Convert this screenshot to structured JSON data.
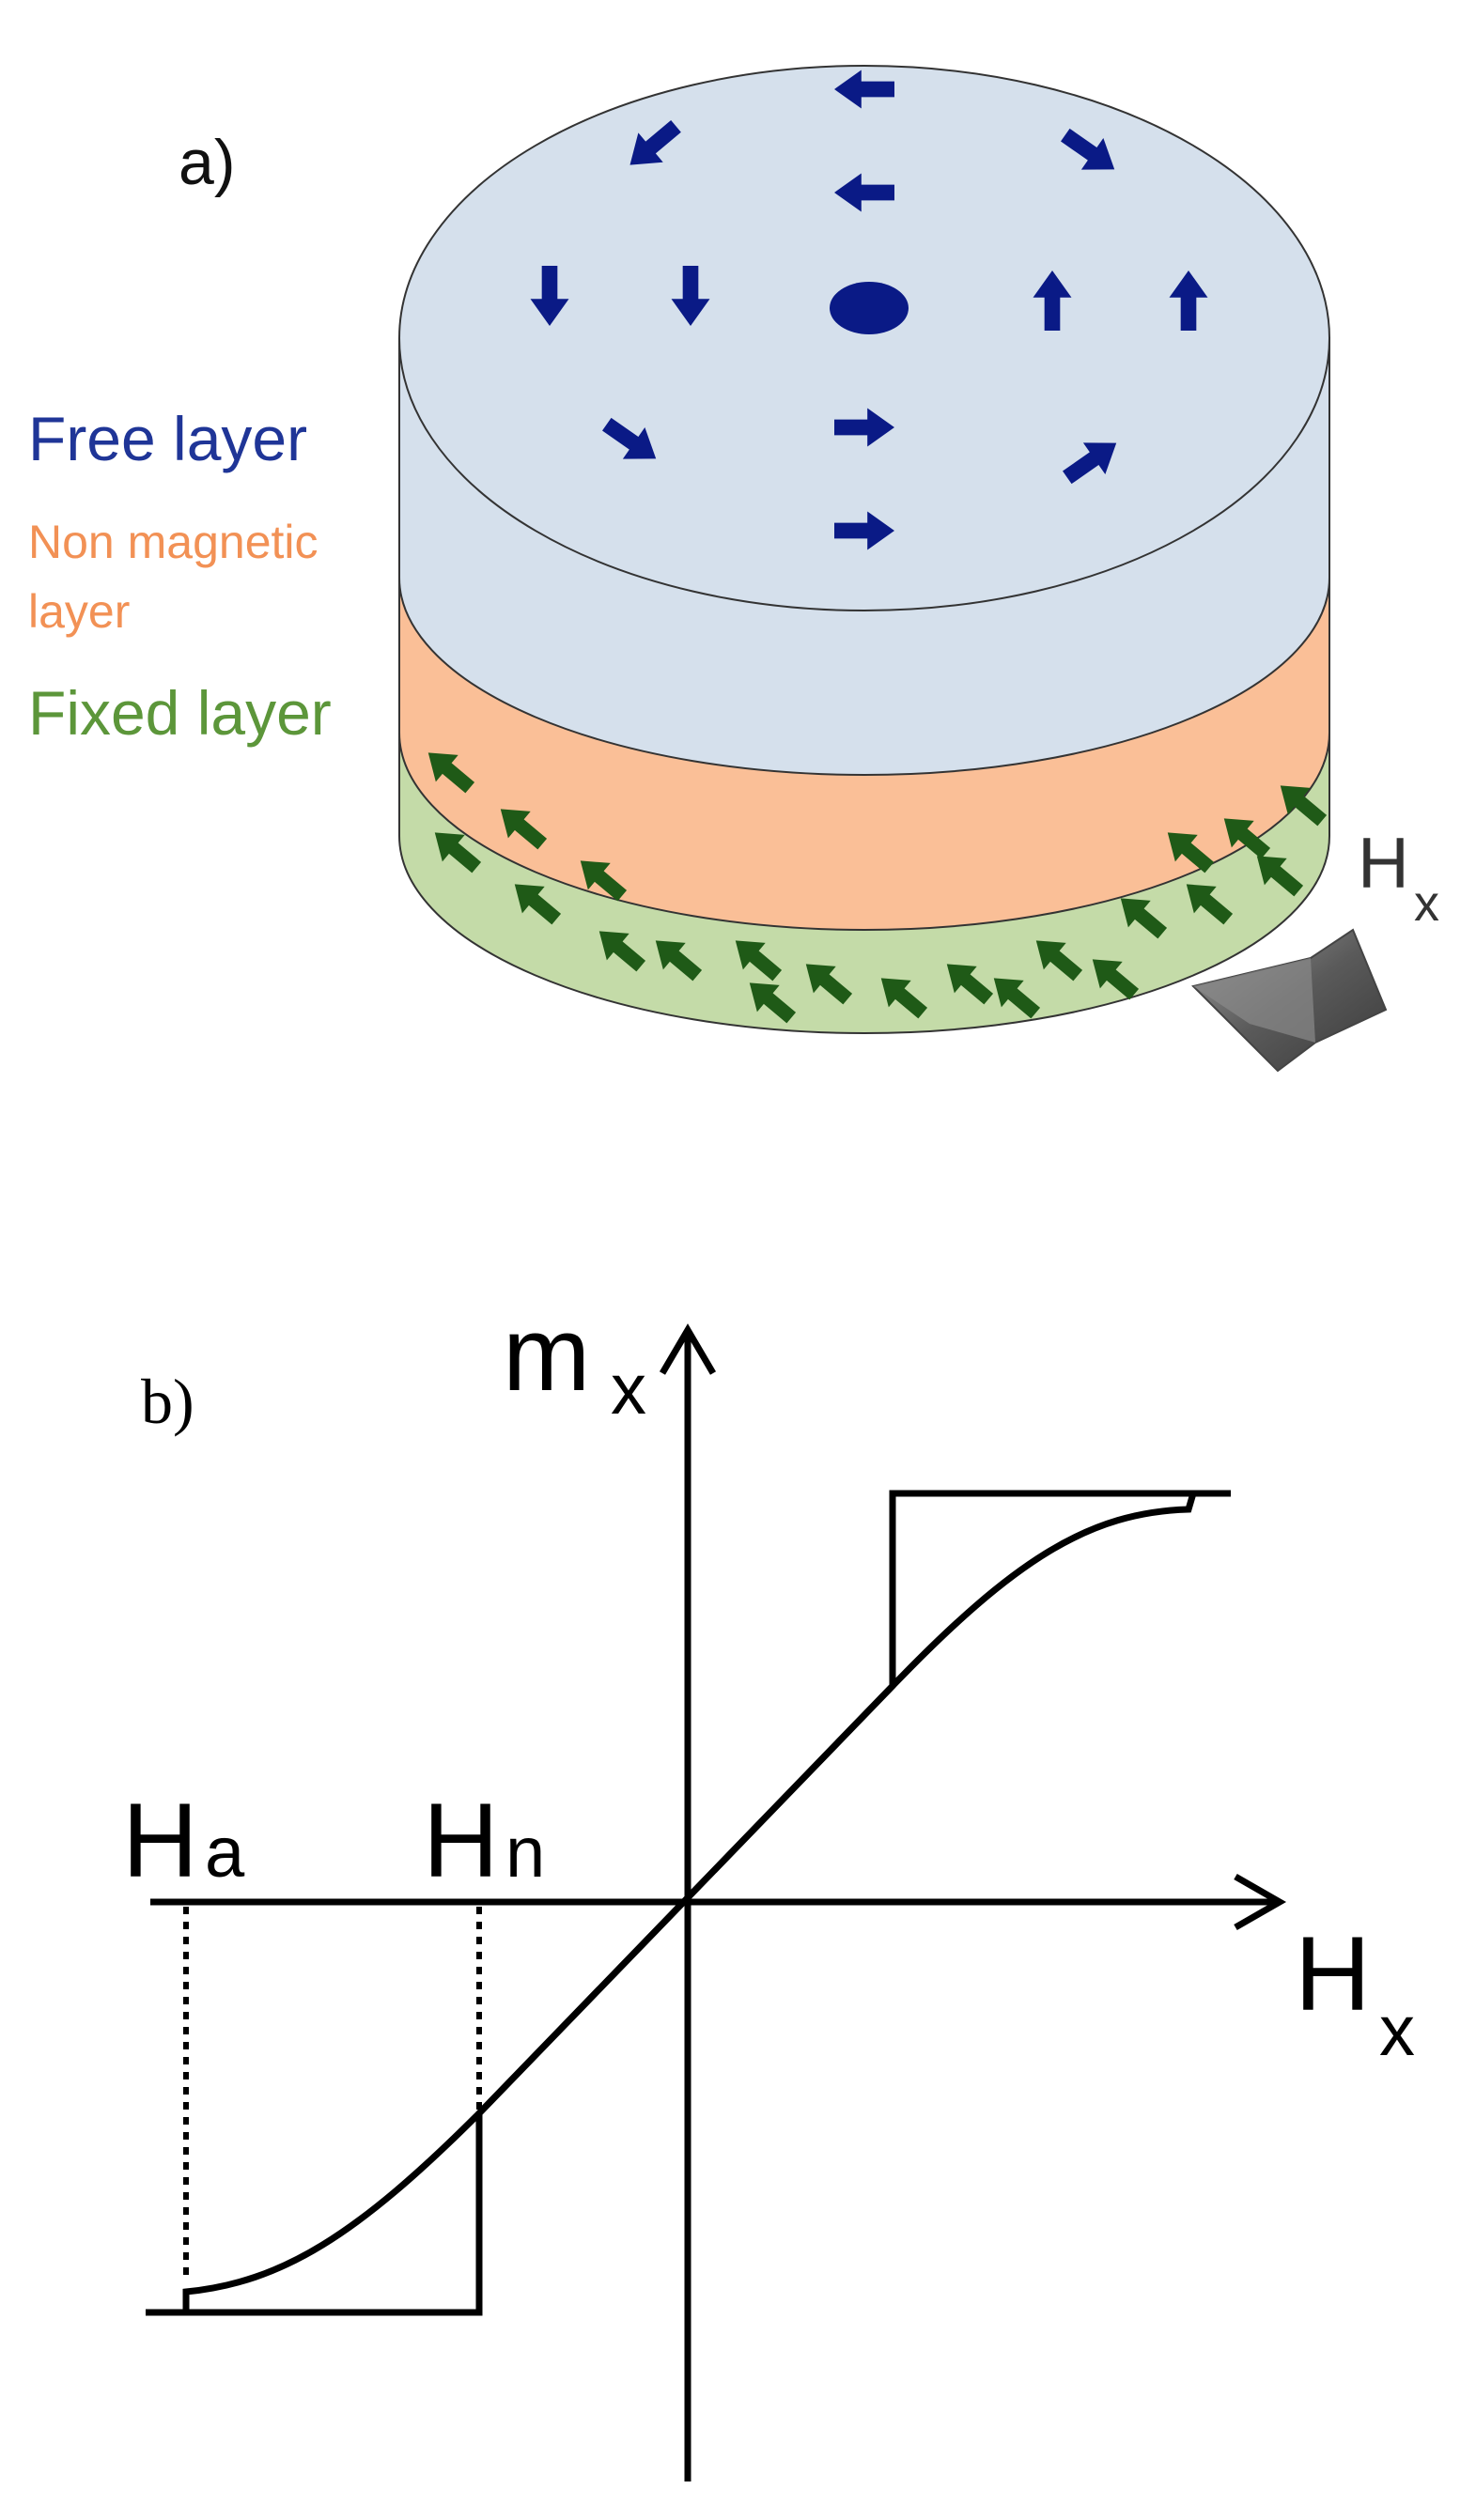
{
  "panel_a": {
    "label": "a)",
    "layers": {
      "free": "Free layer",
      "non_magnetic_line1": "Non magnetic",
      "non_magnetic_line2": "layer",
      "fixed": "Fixed layer"
    },
    "field_label": {
      "main": "H",
      "sub": "x"
    },
    "colors": {
      "free_layer": "#d5e0ec",
      "non_magnetic": "#fabf97",
      "fixed_layer": "#c4dba8",
      "free_arrow": "#0a1a86",
      "fixed_arrow": "#1f5a17",
      "free_label": "#1f3597",
      "non_magnetic_label": "#f29155",
      "fixed_label": "#5c963a"
    }
  },
  "panel_b": {
    "label": "b)",
    "y_axis": {
      "main": "m",
      "sub": "x"
    },
    "x_axis": {
      "main": "H",
      "sub": "x"
    },
    "marker_a": {
      "main": "H",
      "sub": "a"
    },
    "marker_n": {
      "main": "H",
      "sub": "n"
    }
  }
}
